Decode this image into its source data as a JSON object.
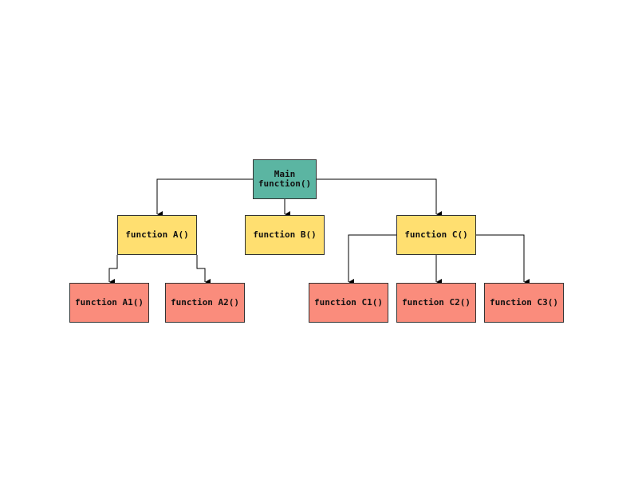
{
  "colors": {
    "root": "#5bb5a2",
    "level1": "#ffdf70",
    "level2": "#fa8c7c",
    "edge": "#000000"
  },
  "nodes": {
    "main": "Main\nfunction()",
    "a": "function A()",
    "b": "function B()",
    "c": "function C()",
    "a1": "function A1()",
    "a2": "function A2()",
    "c1": "function C1()",
    "c2": "function C2()",
    "c3": "function C3()"
  },
  "edges": [
    {
      "from": "main",
      "to": "a"
    },
    {
      "from": "main",
      "to": "b"
    },
    {
      "from": "main",
      "to": "c"
    },
    {
      "from": "a",
      "to": "a1"
    },
    {
      "from": "a",
      "to": "a2"
    },
    {
      "from": "c",
      "to": "c1"
    },
    {
      "from": "c",
      "to": "c2"
    },
    {
      "from": "c",
      "to": "c3"
    }
  ]
}
